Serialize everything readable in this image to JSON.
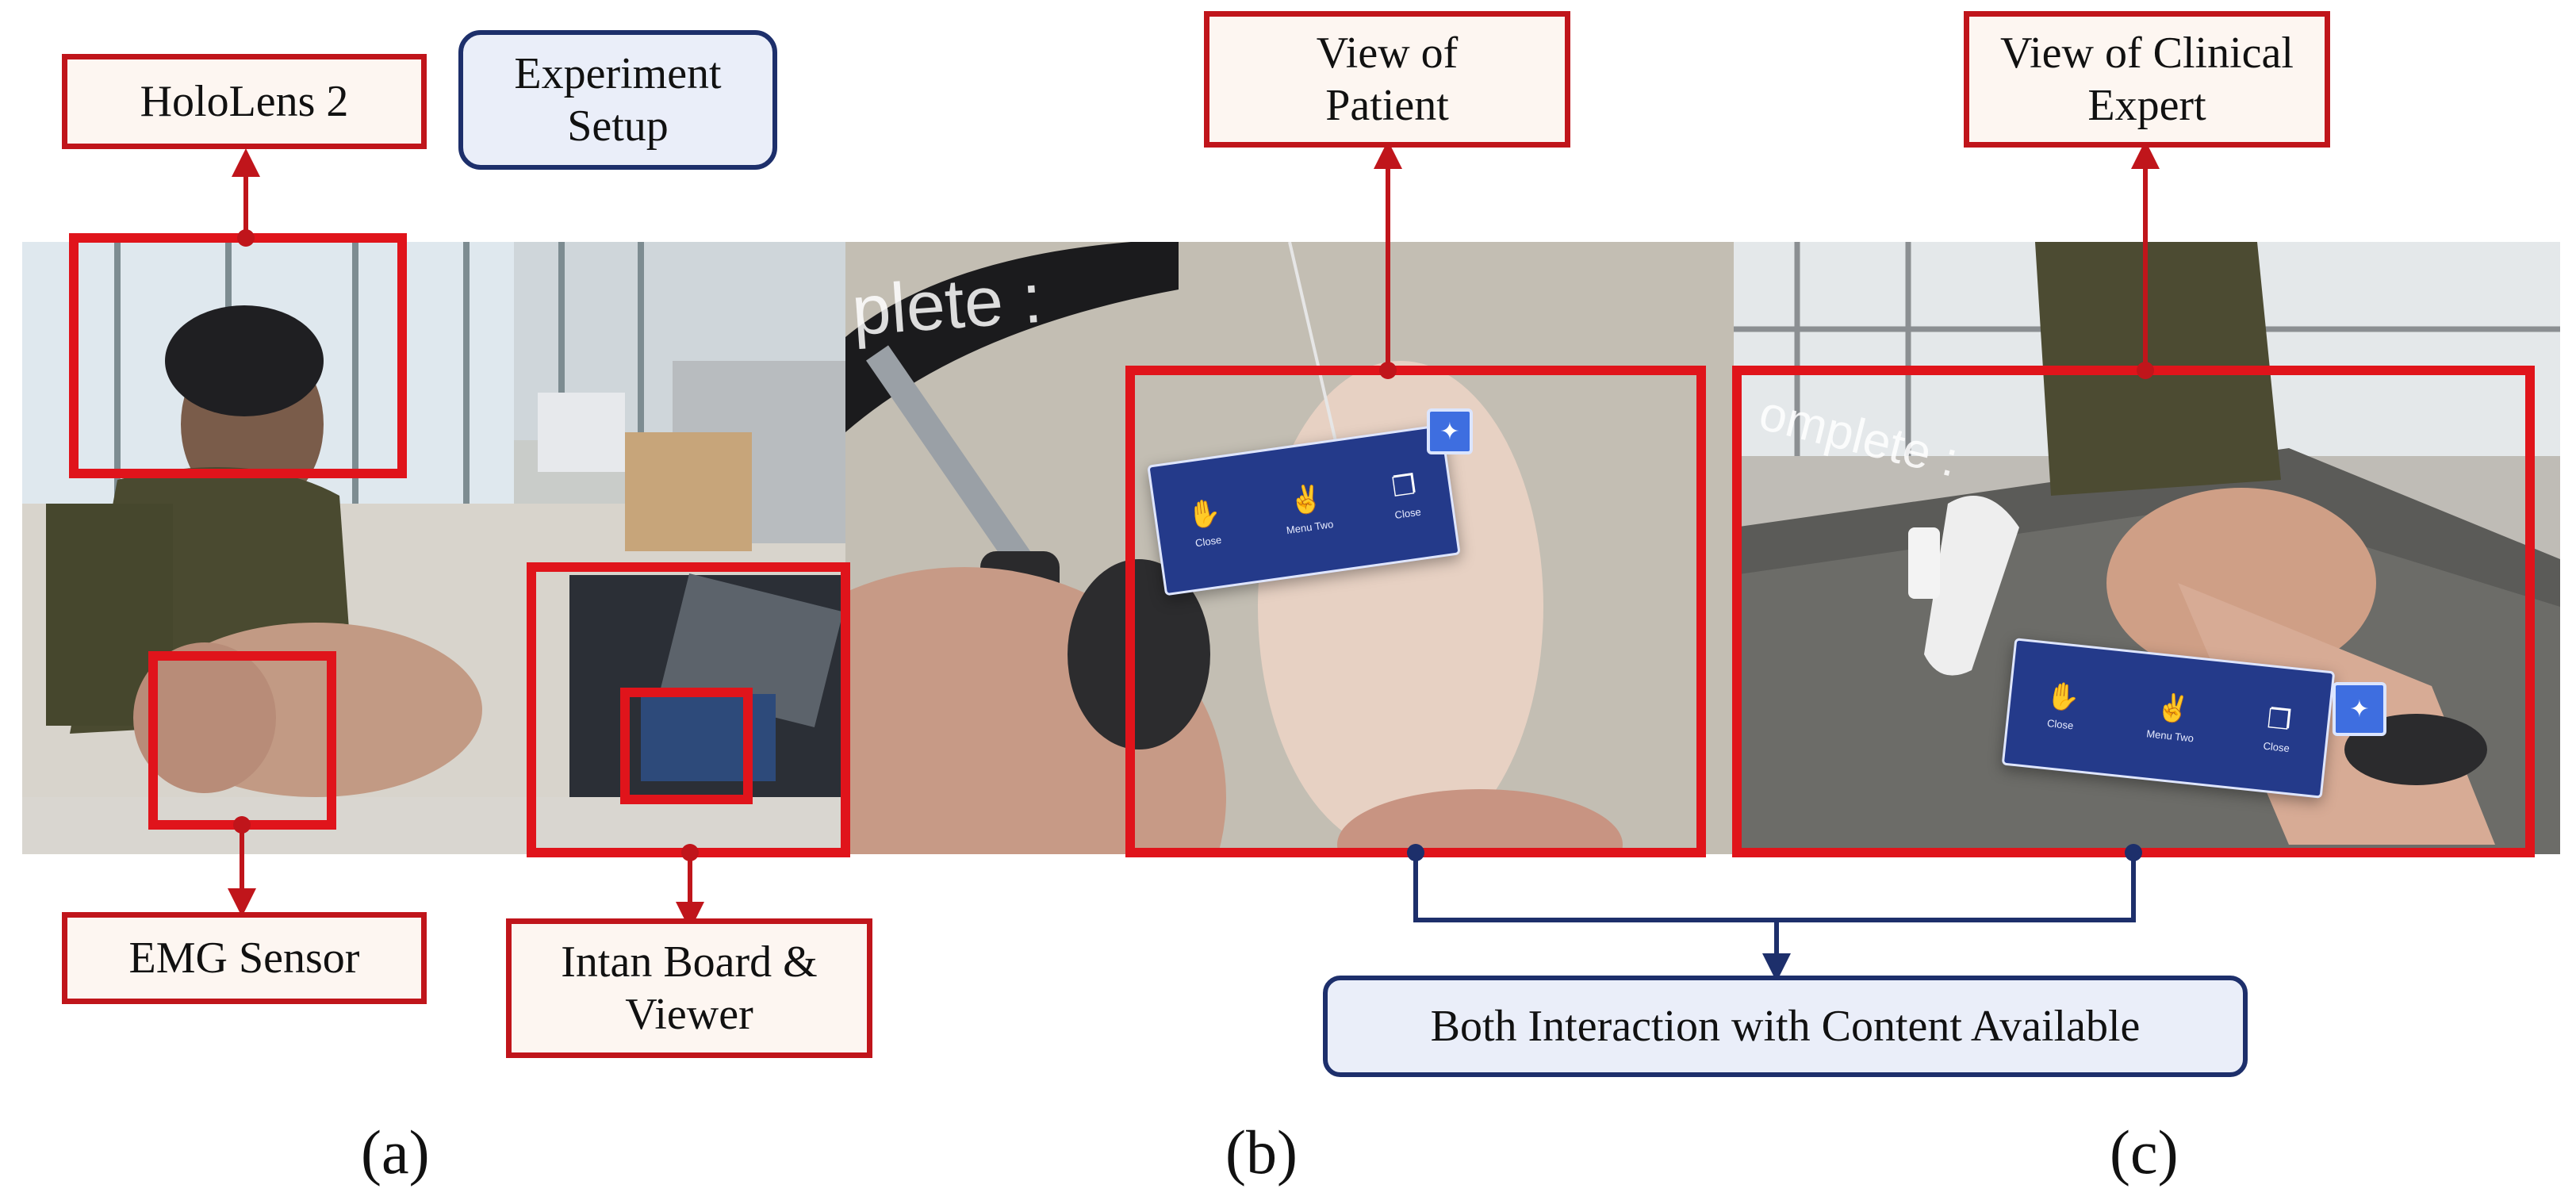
{
  "labels": {
    "hololens": "HoloLens 2",
    "experiment_setup": "Experiment Setup",
    "view_patient": "View of Patient",
    "view_expert": "View of Clinical Expert",
    "emg_sensor": "EMG Sensor",
    "intan_board": "Intan Board & Viewer",
    "both_interaction": "Both Interaction with Content Available"
  },
  "panels": {
    "a": "(a)",
    "b": "(b)",
    "c": "(c)"
  },
  "holo_overlay": {
    "text_patient": "plete :",
    "text_expert": "omplete :",
    "menu_items": [
      {
        "label": "Close",
        "icon": "hand-cube-icon"
      },
      {
        "label": "Menu Two",
        "icon": "hand-icon"
      },
      {
        "label": "Close",
        "icon": "cube-icon"
      }
    ],
    "pin_icon": "pin-icon"
  },
  "colors": {
    "highlight_red": "#e0141b",
    "label_red_border": "#c0151b",
    "label_red_fill": "#fdf6f1",
    "label_blue_border": "#1d2f6b",
    "label_blue_fill": "#eaeef9",
    "connector_blue": "#1d2f6b"
  }
}
